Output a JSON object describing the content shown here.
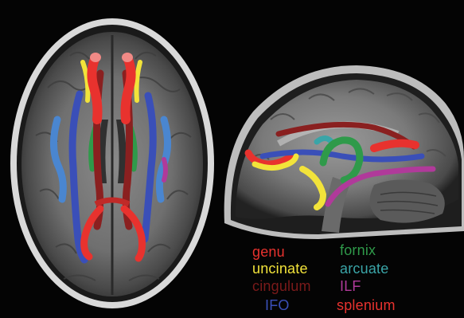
{
  "legend": {
    "genu": {
      "label": "genu",
      "color": "#e8322e"
    },
    "uncinate": {
      "label": "uncinate",
      "color": "#f2e33a"
    },
    "cingulum": {
      "label": "cingulum",
      "color": "#7a1a1a"
    },
    "ifo": {
      "label": "IFO",
      "color": "#3a4fb8"
    },
    "fornix": {
      "label": "fornix",
      "color": "#2f9a4a"
    },
    "arcuate": {
      "label": "arcuate",
      "color": "#3aa5a8"
    },
    "ilf": {
      "label": "ILF",
      "color": "#b03a9a"
    },
    "splenium": {
      "label": "splenium",
      "color": "#e8322e"
    }
  }
}
